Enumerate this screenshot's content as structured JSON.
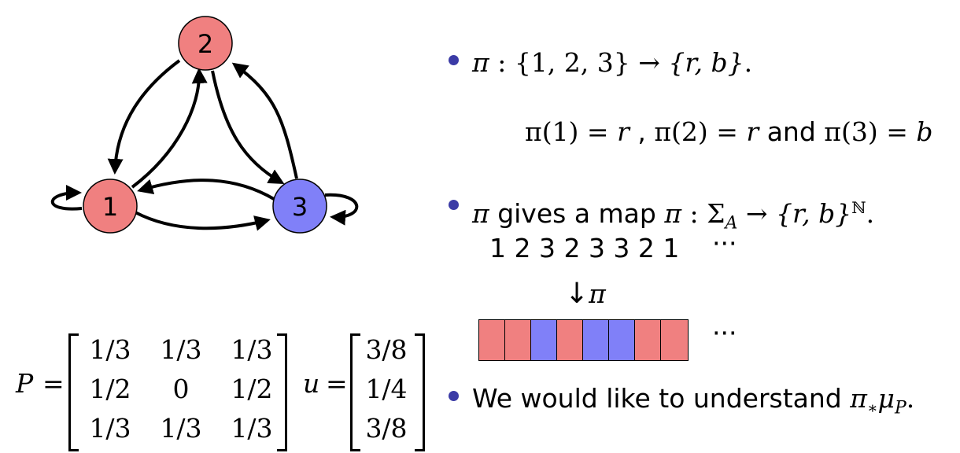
{
  "graph": {
    "nodes": [
      {
        "id": "1",
        "label": "1",
        "color": "#f08080"
      },
      {
        "id": "2",
        "label": "2",
        "color": "#f08080"
      },
      {
        "id": "3",
        "label": "3",
        "color": "#8080f8"
      }
    ],
    "edges": [
      {
        "from": "1",
        "to": "1"
      },
      {
        "from": "1",
        "to": "2"
      },
      {
        "from": "2",
        "to": "1"
      },
      {
        "from": "2",
        "to": "3"
      },
      {
        "from": "3",
        "to": "2"
      },
      {
        "from": "3",
        "to": "1"
      },
      {
        "from": "1",
        "to": "3"
      },
      {
        "from": "3",
        "to": "3"
      }
    ]
  },
  "matrix_P": {
    "name": "P",
    "rows": [
      [
        "1/3",
        "1/3",
        "1/3"
      ],
      [
        "1/2",
        "0",
        "1/2"
      ],
      [
        "1/3",
        "1/3",
        "1/3"
      ]
    ]
  },
  "vector_u": {
    "name": "u",
    "rows": [
      "3/8",
      "1/4",
      "3/8"
    ]
  },
  "bullets": {
    "b1": {
      "pi": "π",
      "colon": " : ",
      "domain": "{1, 2, 3}",
      "arrow": " → ",
      "codomain": "{r, b}",
      "end": "."
    },
    "eq": {
      "p1": "π(1) = ",
      "r1": "r",
      "sep": " , ",
      "p2": "π(2) = ",
      "r2": "r",
      "and": " and ",
      "p3": "π(3) = ",
      "r3": "b"
    },
    "b2": {
      "pi": "π",
      "gives": " gives a map ",
      "pi2": "π",
      "colon": " : ",
      "sigma": "Σ",
      "sub": "A",
      "arrow": " → ",
      "set": "{r, b}",
      "sup": "ℕ",
      "end": "."
    },
    "b3": {
      "text": "We would like to understand ",
      "pi": "π",
      "star": "∗",
      "mu": "μ",
      "sub": "P",
      "end": "."
    }
  },
  "sequence": {
    "digits": "1 2 3 2 3 3 2 1",
    "ellipsis": "···"
  },
  "map_arrow": {
    "arrow": "↓",
    "pi": "π"
  },
  "color_strip": {
    "cells": [
      "r",
      "r",
      "b",
      "r",
      "b",
      "b",
      "r",
      "r"
    ],
    "colors": {
      "r": "#f08080",
      "b": "#8080f8"
    },
    "ellipsis": "···"
  }
}
